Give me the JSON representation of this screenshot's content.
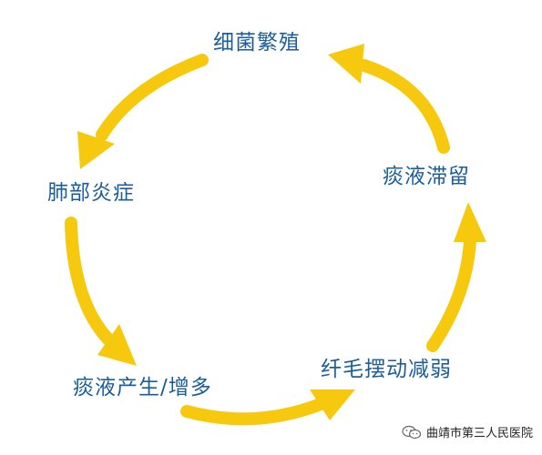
{
  "diagram": {
    "nodes": {
      "top": "细菌繁殖",
      "left": "肺部炎症",
      "right": "痰液滞留",
      "bottom_left": "痰液产生/增多",
      "bottom_right": "纤毛摆动减弱"
    },
    "cycle_order": [
      "细菌繁殖",
      "肺部炎症",
      "痰液产生/增多",
      "纤毛摆动减弱",
      "痰液滞留"
    ],
    "arrow_color": "#f6c90e",
    "text_color": "#1c5e9a"
  },
  "watermark": {
    "text": "曲靖市第三人民医院",
    "icon": "wechat-icon"
  }
}
